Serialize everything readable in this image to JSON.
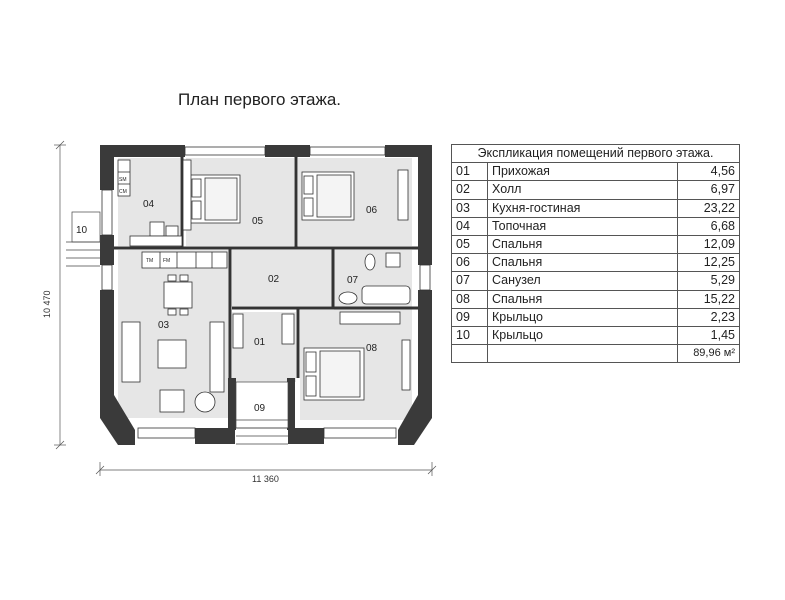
{
  "title": "План первого этажа.",
  "dimensions": {
    "width": "11 360",
    "height": "10 470"
  },
  "plan_labels": {
    "r01": "01",
    "r02": "02",
    "r03": "03",
    "r04": "04",
    "r05": "05",
    "r06": "06",
    "r07": "07",
    "r08": "08",
    "r09": "09",
    "r10": "10",
    "appliance_tm": "TM",
    "appliance_fm": "FM",
    "appliance_sm": "SM",
    "appliance_cm": "CM"
  },
  "explication": {
    "header": "Экспликация помещений первого этажа.",
    "rows": [
      {
        "num": "01",
        "name": "Прихожая",
        "area": "4,56"
      },
      {
        "num": "02",
        "name": "Холл",
        "area": "6,97"
      },
      {
        "num": "03",
        "name": "Кухня-гостиная",
        "area": "23,22"
      },
      {
        "num": "04",
        "name": "Топочная",
        "area": "6,68"
      },
      {
        "num": "05",
        "name": "Спальня",
        "area": "12,09"
      },
      {
        "num": "06",
        "name": "Спальня",
        "area": "12,25"
      },
      {
        "num": "07",
        "name": "Санузел",
        "area": "5,29"
      },
      {
        "num": "08",
        "name": "Спальня",
        "area": "15,22"
      },
      {
        "num": "09",
        "name": "Крыльцо",
        "area": "2,23"
      },
      {
        "num": "10",
        "name": "Крыльцо",
        "area": "1,45"
      }
    ],
    "total": "89,96 м²"
  }
}
